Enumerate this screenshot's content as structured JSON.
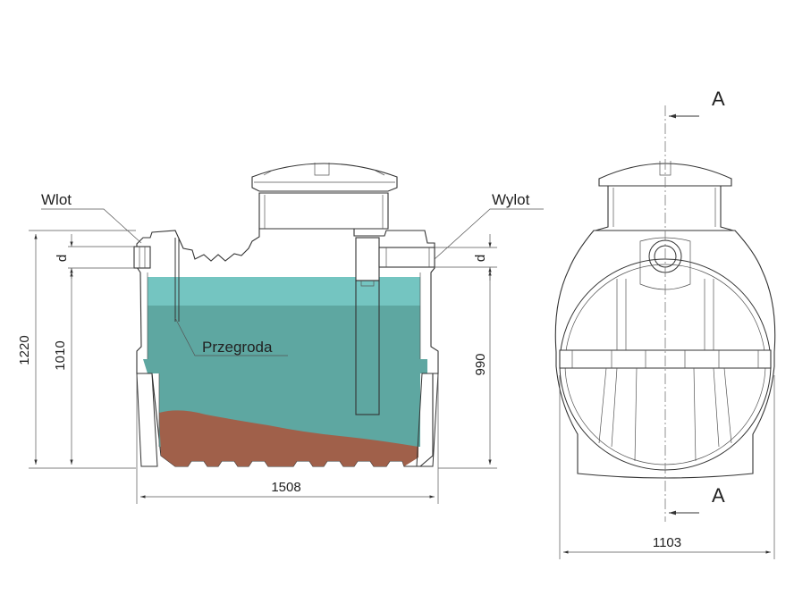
{
  "labels": {
    "inlet": "Wlot",
    "outlet": "Wylot",
    "partition": "Przegroda",
    "section_top": "A",
    "section_bottom": "A"
  },
  "dimensions": {
    "total_height": "1220",
    "inlet_height": "1010",
    "outlet_height": "990",
    "length": "1508",
    "width": "1103",
    "d_inlet": "d",
    "d_outlet": "d"
  },
  "colors": {
    "water_light": "#74c5c1",
    "water": "#5ea7a1",
    "sludge": "#a0604a",
    "line": "#333333"
  }
}
